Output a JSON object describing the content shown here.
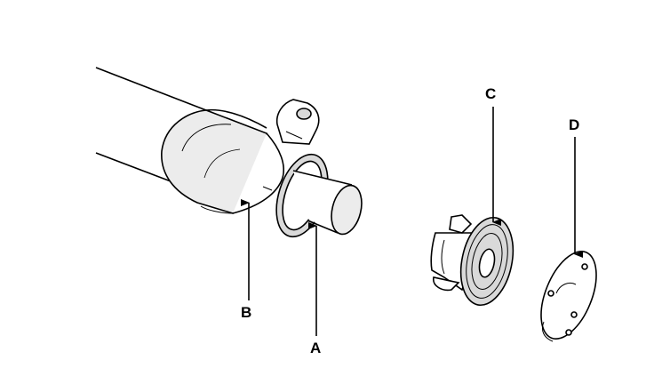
{
  "diagram": {
    "callouts": {
      "a": "A",
      "b": "B",
      "c": "C",
      "d": "D"
    },
    "colors": {
      "ink": "#000000",
      "paper": "#ffffff",
      "shade": "#d9d9d9",
      "light_shade": "#ececec"
    }
  }
}
